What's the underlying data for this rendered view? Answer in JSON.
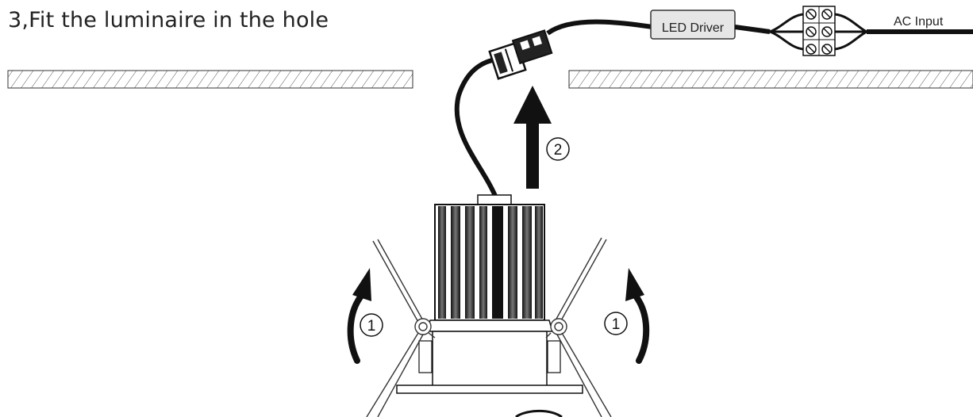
{
  "heading": "3,Fit the luminaire in the hole",
  "labels": {
    "driver": "LED Driver",
    "ac_input": "AC Input",
    "step_lift": "2",
    "step_spring_left": "1",
    "step_spring_right": "1"
  },
  "colors": {
    "ink": "#111111",
    "hatch": "#333333",
    "driver_fill": "#e6e6e6",
    "heatsink_gray": "#9a9a9a"
  },
  "icons": [
    "arrow-up-icon",
    "curved-arrow-icon",
    "connector-icon",
    "terminal-block-icon"
  ]
}
